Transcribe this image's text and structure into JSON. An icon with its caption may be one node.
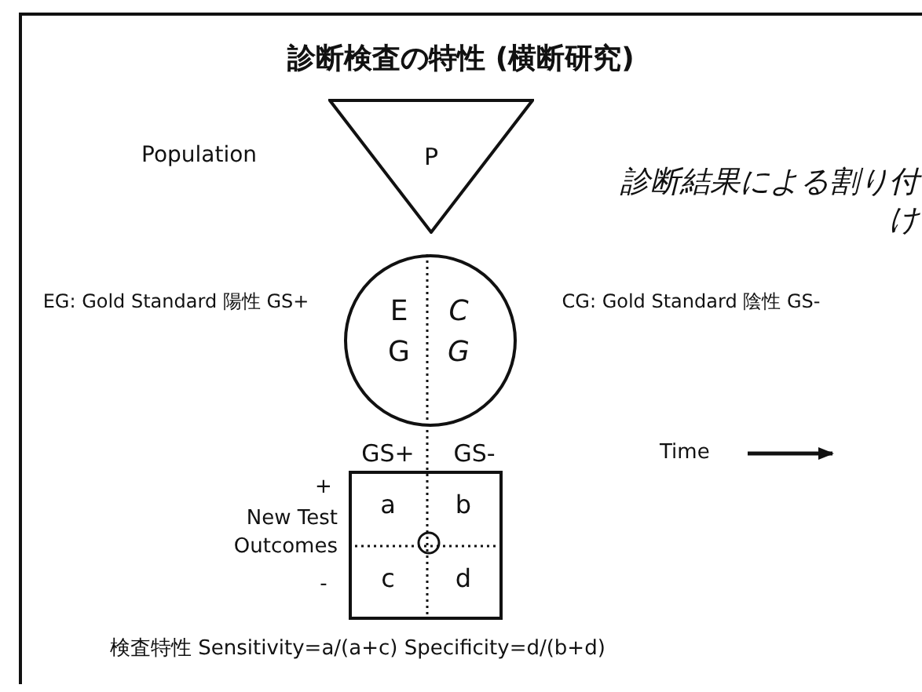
{
  "diagram": {
    "title": "診断検査の特性 (横断研究)",
    "nodes": [
      {
        "text": [
          "P"
        ]
      },
      {
        "text": [
          "E G",
          "C G"
        ]
      },
      {
        "text": [
          "a",
          "b",
          "c",
          "d"
        ]
      }
    ],
    "edges": [],
    "labels": [
      "Population",
      "診断結果による割り付け",
      "EG: Gold Standard 陽性 GS+",
      "CG: Gold Standard 陰性 GS-",
      "GS+",
      "GS-",
      "Time",
      "+",
      "New Test Outcomes",
      "-",
      "検査特性 Sensitivity=a/(a+c) Specificity=d/(b+d)"
    ]
  }
}
